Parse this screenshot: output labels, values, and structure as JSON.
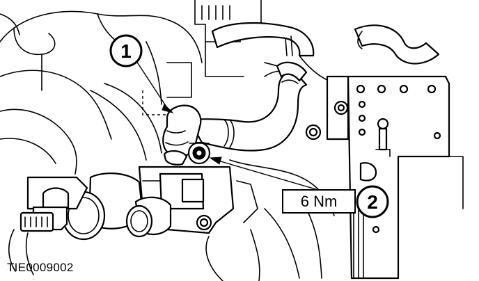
{
  "callouts": {
    "one": "1",
    "two": "2"
  },
  "torque_label": "6 Nm",
  "reference_code": "TIE0009002"
}
